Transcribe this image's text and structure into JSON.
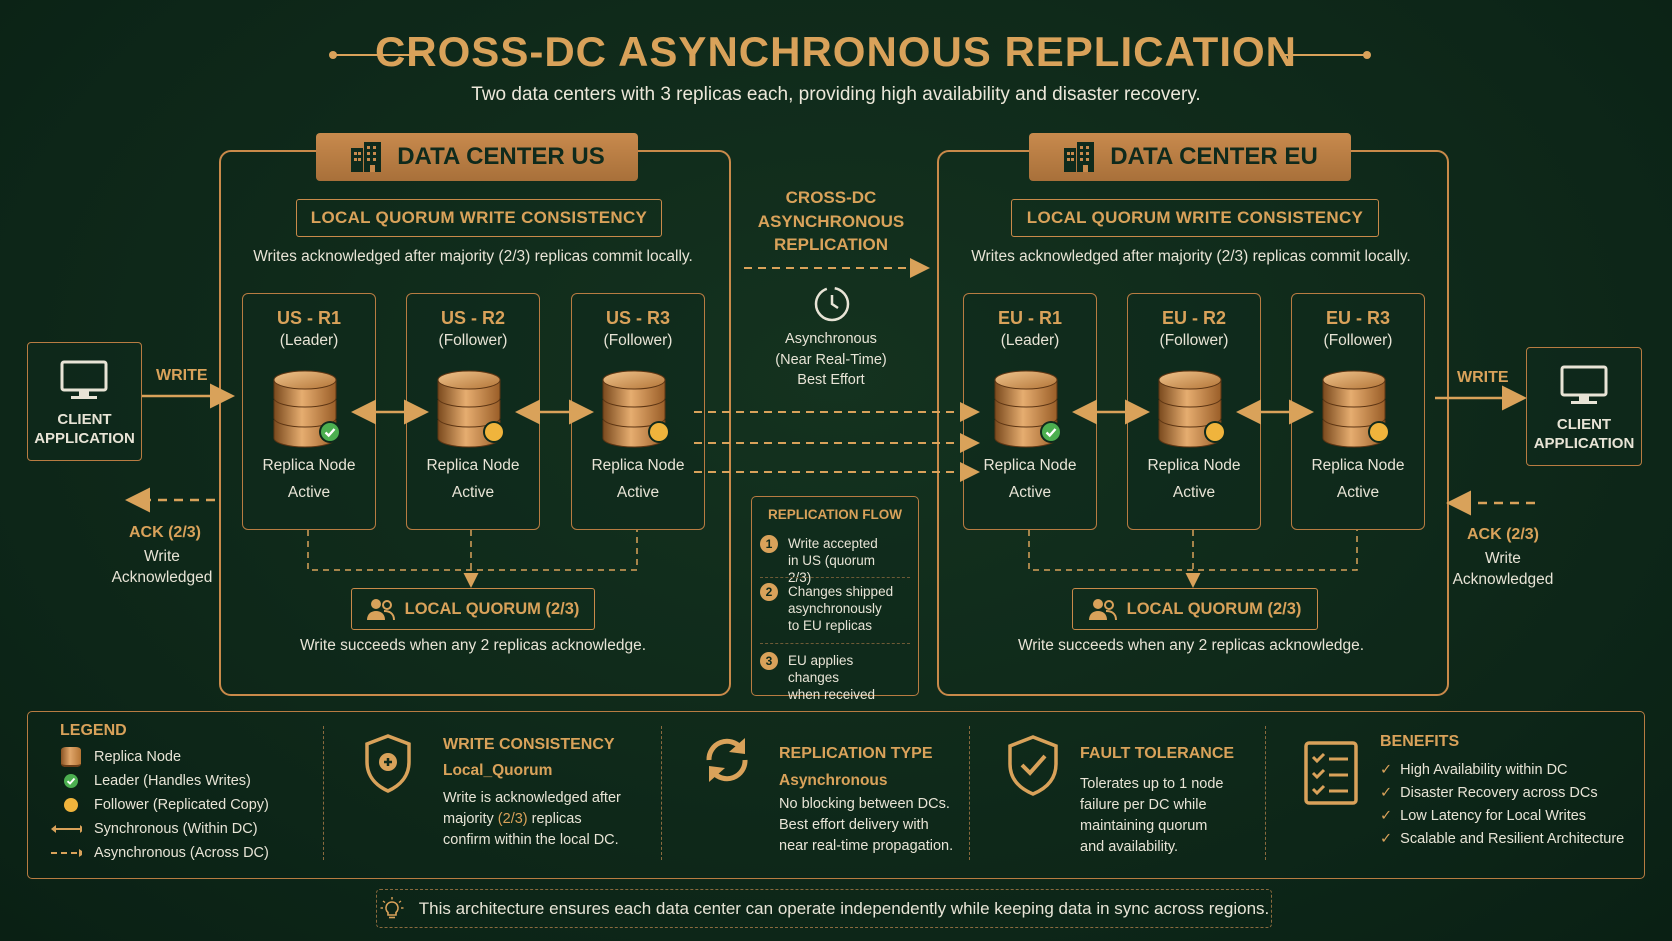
{
  "title": "CROSS-DC  ASYNCHRONOUS REPLICATION",
  "subtitle": "Two data centers with 3 replicas each, providing high availability and disaster recovery.",
  "dc_us": {
    "name": "DATA CENTER US",
    "consistency_header": "LOCAL QUORUM WRITE CONSISTENCY",
    "consistency_desc": "Writes acknowledged after majority (2/3) replicas commit locally.",
    "nodes": [
      {
        "name": "US - R1",
        "role": "(Leader)",
        "label": "Replica Node",
        "status": "Active",
        "badge": "leader"
      },
      {
        "name": "US - R2",
        "role": "(Follower)",
        "label": "Replica Node",
        "status": "Active",
        "badge": "follower"
      },
      {
        "name": "US - R3",
        "role": "(Follower)",
        "label": "Replica Node",
        "status": "Active",
        "badge": "follower"
      }
    ],
    "quorum_label": "LOCAL QUORUM (2/3)",
    "quorum_desc": "Write succeeds when any 2 replicas acknowledge."
  },
  "dc_eu": {
    "name": "DATA CENTER EU",
    "consistency_header": "LOCAL QUORUM WRITE CONSISTENCY",
    "consistency_desc": "Writes acknowledged after majority (2/3) replicas commit locally.",
    "nodes": [
      {
        "name": "EU - R1",
        "role": "(Leader)",
        "label": "Replica Node",
        "status": "Active",
        "badge": "leader"
      },
      {
        "name": "EU - R2",
        "role": "(Follower)",
        "label": "Replica Node",
        "status": "Active",
        "badge": "follower"
      },
      {
        "name": "EU - R3",
        "role": "(Follower)",
        "label": "Replica Node",
        "status": "Active",
        "badge": "follower"
      }
    ],
    "quorum_label": "LOCAL QUORUM (2/3)",
    "quorum_desc": "Write succeeds when any 2 replicas acknowledge."
  },
  "client_left": {
    "line1": "CLIENT",
    "line2": "APPLICATION",
    "write": "WRITE",
    "ack_title": "ACK (2/3)",
    "ack_line1": "Write",
    "ack_line2": "Acknowledged"
  },
  "client_right": {
    "line1": "CLIENT",
    "line2": "APPLICATION",
    "write": "WRITE",
    "ack_title": "ACK (2/3)",
    "ack_line1": "Write",
    "ack_line2": "Acknowledged"
  },
  "cross_dc": {
    "header_l1": "CROSS-DC",
    "header_l2": "ASYNCHRONOUS",
    "header_l3": "REPLICATION",
    "mode_l1": "Asynchronous",
    "mode_l2": "(Near Real-Time)",
    "mode_l3": "Best Effort"
  },
  "replication_flow": {
    "title": "REPLICATION FLOW",
    "steps": [
      {
        "num": "1",
        "l1": "Write accepted",
        "l2": "in US (quorum 2/3)",
        "l3": ""
      },
      {
        "num": "2",
        "l1": "Changes shipped",
        "l2": "asynchronously",
        "l3": "to EU replicas"
      },
      {
        "num": "3",
        "l1": "EU applies changes",
        "l2": "when received",
        "l3": ""
      }
    ]
  },
  "legend": {
    "title": "LEGEND",
    "items": [
      "Replica Node",
      "Leader (Handles Writes)",
      "Follower (Replicated Copy)",
      "Synchronous (Within DC)",
      "Asynchronous (Across DC)"
    ]
  },
  "write_consistency": {
    "title": "WRITE CONSISTENCY",
    "value": "Local_Quorum",
    "l1": "Write is acknowledged after",
    "l2a": "majority ",
    "l2b": "(2/3)",
    "l2c": " replicas",
    "l3": "confirm within the local DC."
  },
  "replication_type": {
    "title": "REPLICATION TYPE",
    "value": "Asynchronous",
    "l1": "No blocking between DCs.",
    "l2": "Best effort delivery with",
    "l3": "near real-time propagation."
  },
  "fault_tolerance": {
    "title": "FAULT TOLERANCE",
    "l1": "Tolerates up to 1 node",
    "l2": "failure per DC while",
    "l3": "maintaining quorum",
    "l4": "and availability."
  },
  "benefits": {
    "title": "BENEFITS",
    "items": [
      "High Availability within DC",
      "Disaster Recovery across DCs",
      "Low Latency for Local Writes",
      "Scalable and Resilient Architecture"
    ]
  },
  "footer": "This architecture ensures each data center can operate independently while keeping data in sync across regions.",
  "colors": {
    "background": "#0f2a1c",
    "accent": "#d9a25a",
    "leader_badge": "#4caf50",
    "follower_badge": "#f0b43c"
  }
}
